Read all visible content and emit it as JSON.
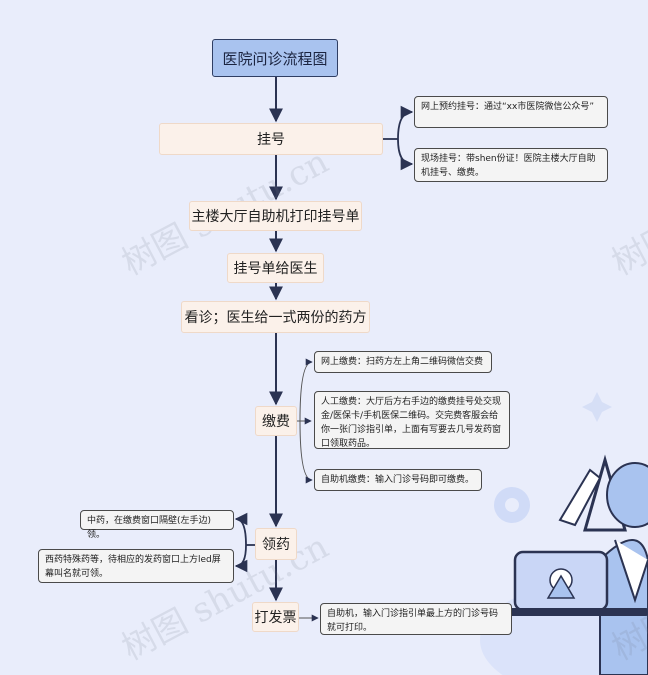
{
  "title": "医院问诊流程图",
  "steps": {
    "register": "挂号",
    "print": "主楼大厅自助机打印挂号单",
    "give_doctor": "挂号单给医生",
    "consult": "看诊；医生给一式两份的药方",
    "pay": "缴费",
    "collect": "领药",
    "invoice": "打发票"
  },
  "notes": {
    "register_online": "网上预约挂号：通过“xx市医院微信公众号”",
    "register_onsite": "现场挂号：带shen份证！医院主楼大厅自助机挂号、缴费。",
    "pay_online": "网上缴费：扫药方左上角二维码微信交费",
    "pay_manual": "人工缴费：大厅后方右手边的缴费挂号处交现金/医保卡/手机医保二维码。交完费客服会给你一张门诊指引单，上面有写要去几号发药窗口领取药品。",
    "pay_kiosk": "自助机缴费：输入门诊号码即可缴费。",
    "collect_chinese": "中药，在缴费窗口隔壁(左手边)领。",
    "collect_western": "西药特殊药等，待相应的发药窗口上方led屏幕叫名就可领。",
    "invoice_kiosk": "自助机，输入门诊指引单最上方的门诊号码就可打印。"
  },
  "watermark": "树图 shutu.cn",
  "colors": {
    "background": "#e9edfb",
    "title_fill": "#a9c3ef",
    "node_fill": "#fbf1ea",
    "connector": "#2b3352"
  }
}
